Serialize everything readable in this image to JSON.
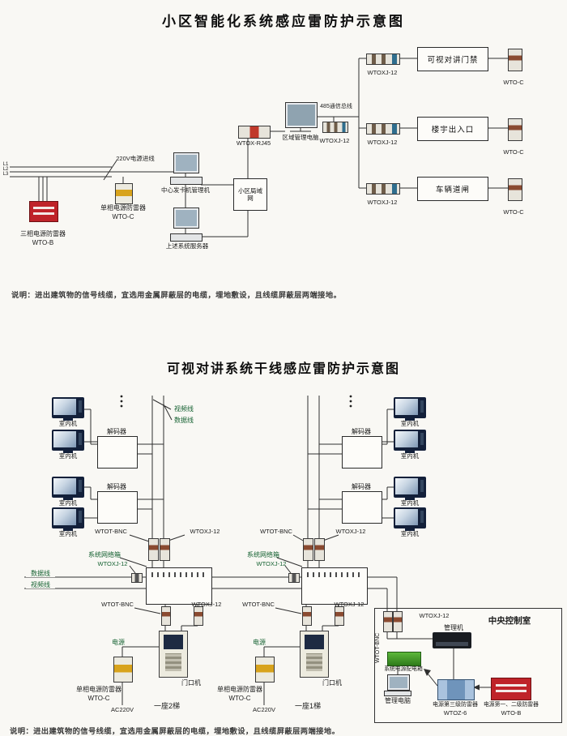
{
  "top_diagram": {
    "title": "小区智能化系统感应雷防护示意图",
    "power_in_label": "220V电源进线",
    "phase_labels": [
      "L1",
      "L2",
      "L3"
    ],
    "three_phase_spd": {
      "name": "三相电源防雷器",
      "model": "WTO-B"
    },
    "single_phase_spd": {
      "name": "单相电源防雷器",
      "model": "WTO-C"
    },
    "card_manager": "中心发卡机管理机",
    "server": "上述系统服务器",
    "lan_box": "小区局域网",
    "rj45_spd": "WTOX-RJ45",
    "area_pc": "区域管理电脑",
    "bus_label": "485通信总线",
    "center_spd": "WTOXJ-12",
    "branches": [
      {
        "spd": "WTOXJ-12",
        "name": "可视对讲门禁",
        "end_spd": "WTO-C"
      },
      {
        "spd": "WTOXJ-12",
        "name": "楼宇出入口",
        "end_spd": "WTO-C"
      },
      {
        "spd": "WTOXJ-12",
        "name": "车辆道闸",
        "end_spd": "WTO-C"
      }
    ],
    "note": "说明：进出建筑物的信号线缆，宜选用金属屏蔽层的电缆，埋地敷设，且线缆屏蔽层两端接地。"
  },
  "bottom_diagram": {
    "title": "可视对讲系统干线感应雷防护示意图",
    "labels": {
      "indoor_unit": "室内机",
      "decoder": "解码器",
      "video_line": "视频线",
      "data_line": "数据线",
      "wtot_bnc": "WTOT-BNC",
      "wtoxj": "WTOXJ-12",
      "network_box": "系统网络箱",
      "power": "电源",
      "door_unit": "门口机",
      "single_phase_spd": "单相电源防雷器",
      "wto_c": "WTO-C",
      "ac220": "AC220V",
      "building_2": "一座2梯",
      "building_1": "一座1梯"
    },
    "control_room": {
      "title": "中央控制室",
      "wtot_bnc": "WTOT-BNC",
      "wtoxj": "WTOXJ-12",
      "manager": "管理机",
      "manager_pc": "管理电脑",
      "power_dist": "系统电源配电箱",
      "spd3": {
        "name": "电源第三级防雷器",
        "model": "WTOZ-6"
      },
      "spd12": {
        "name": "电源第一、二级防雷器",
        "model": "WTO-B"
      }
    },
    "note": "说明：进出建筑物的信号线缆，宜选用金属屏蔽层的电缆，埋地敷设，且线缆屏蔽层两端接地。"
  }
}
